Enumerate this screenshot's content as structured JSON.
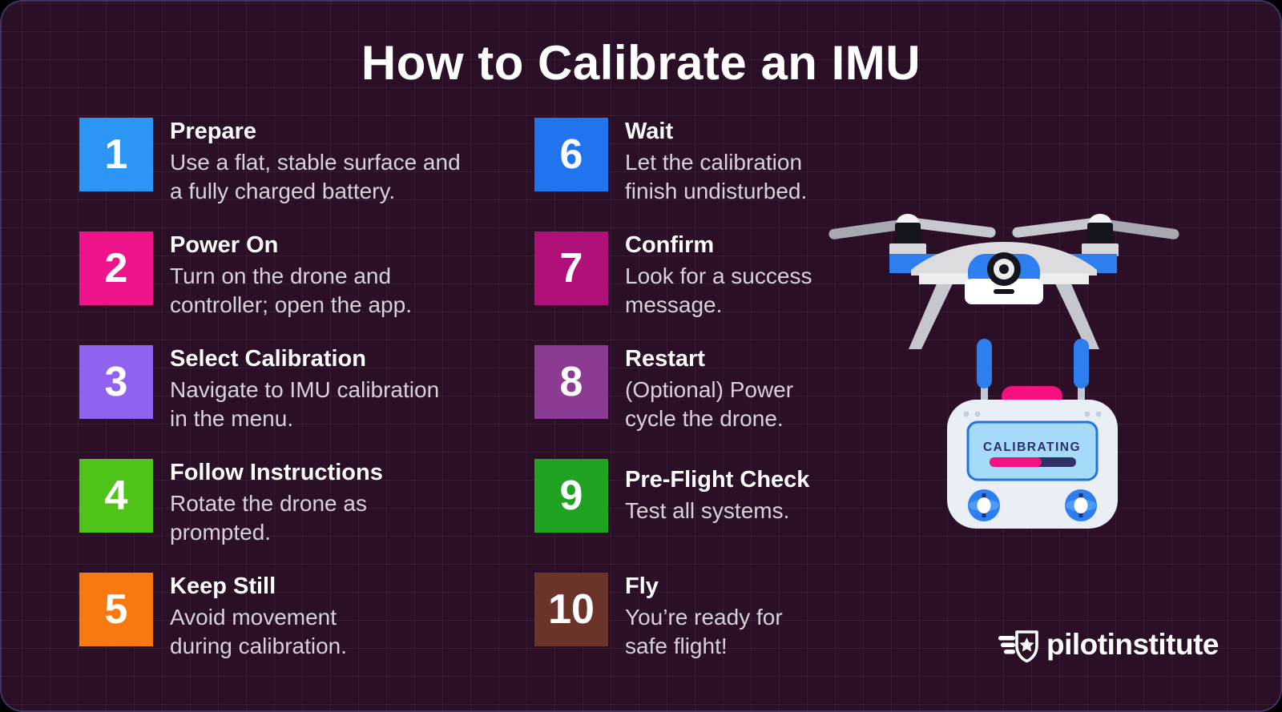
{
  "title": "How to Calibrate an IMU",
  "steps": [
    {
      "number": "1",
      "color": "#2B96F5",
      "title": "Prepare",
      "description": "Use a flat, stable surface and\na fully charged battery."
    },
    {
      "number": "2",
      "color": "#F0148C",
      "title": "Power On",
      "description": "Turn on the drone and\ncontroller; open the app."
    },
    {
      "number": "3",
      "color": "#8F63F0",
      "title": "Select Calibration",
      "description": "Navigate to IMU calibration\nin the menu."
    },
    {
      "number": "4",
      "color": "#50C318",
      "title": "Follow Instructions",
      "description": "Rotate the drone as\nprompted."
    },
    {
      "number": "5",
      "color": "#F8790F",
      "title": "Keep Still",
      "description": "Avoid movement\nduring calibration."
    },
    {
      "number": "6",
      "color": "#2173EE",
      "title": "Wait",
      "description": "Let the calibration\nfinish undisturbed."
    },
    {
      "number": "7",
      "color": "#B01178",
      "title": "Confirm",
      "description": "Look for a success\nmessage."
    },
    {
      "number": "8",
      "color": "#8C3B92",
      "title": "Restart",
      "description": "(Optional) Power\ncycle the drone."
    },
    {
      "number": "9",
      "color": "#21A322",
      "title": "Pre-Flight Check",
      "description": "Test all systems."
    },
    {
      "number": "10",
      "color": "#6B342B",
      "title": "Fly",
      "description": "You’re ready for\nsafe flight!"
    }
  ],
  "illustration": {
    "screen_status": "CALIBRATING",
    "progress_percent": 60
  },
  "logo": {
    "text": "pilotinstitute"
  },
  "colors": {
    "background": "#2A0F27",
    "accent_blue": "#2D7FF0",
    "accent_pink": "#F5117E",
    "screen_navy": "#2B2E6B",
    "heading_white": "#FFFFFF",
    "body_grey": "#D7D1DA"
  }
}
